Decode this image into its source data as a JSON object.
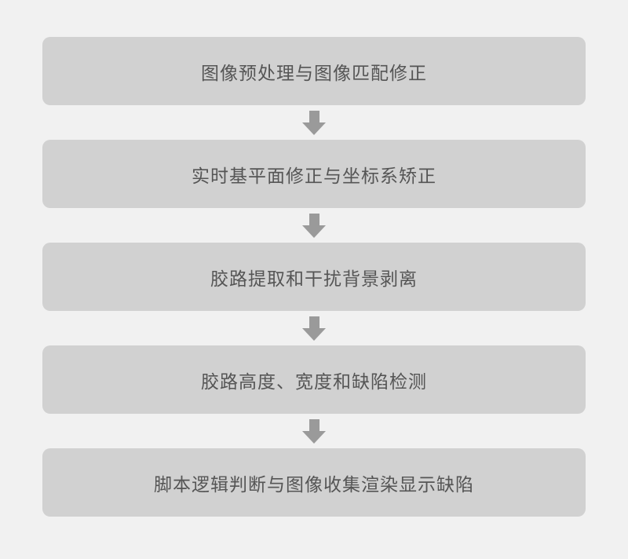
{
  "diagram": {
    "type": "vertical-flowchart",
    "steps": [
      {
        "label": "图像预处理与图像匹配修正"
      },
      {
        "label": "实时基平面修正与坐标系矫正"
      },
      {
        "label": "胶路提取和干扰背景剥离"
      },
      {
        "label": "胶路高度、宽度和缺陷检测"
      },
      {
        "label": "脚本逻辑判断与图像收集渲染显示缺陷"
      }
    ],
    "connector": "down-arrow",
    "colors": {
      "background": "#f1f1f1",
      "box_fill": "#d1d1d1",
      "text": "#555555",
      "arrow": "#9a9a9a"
    }
  }
}
